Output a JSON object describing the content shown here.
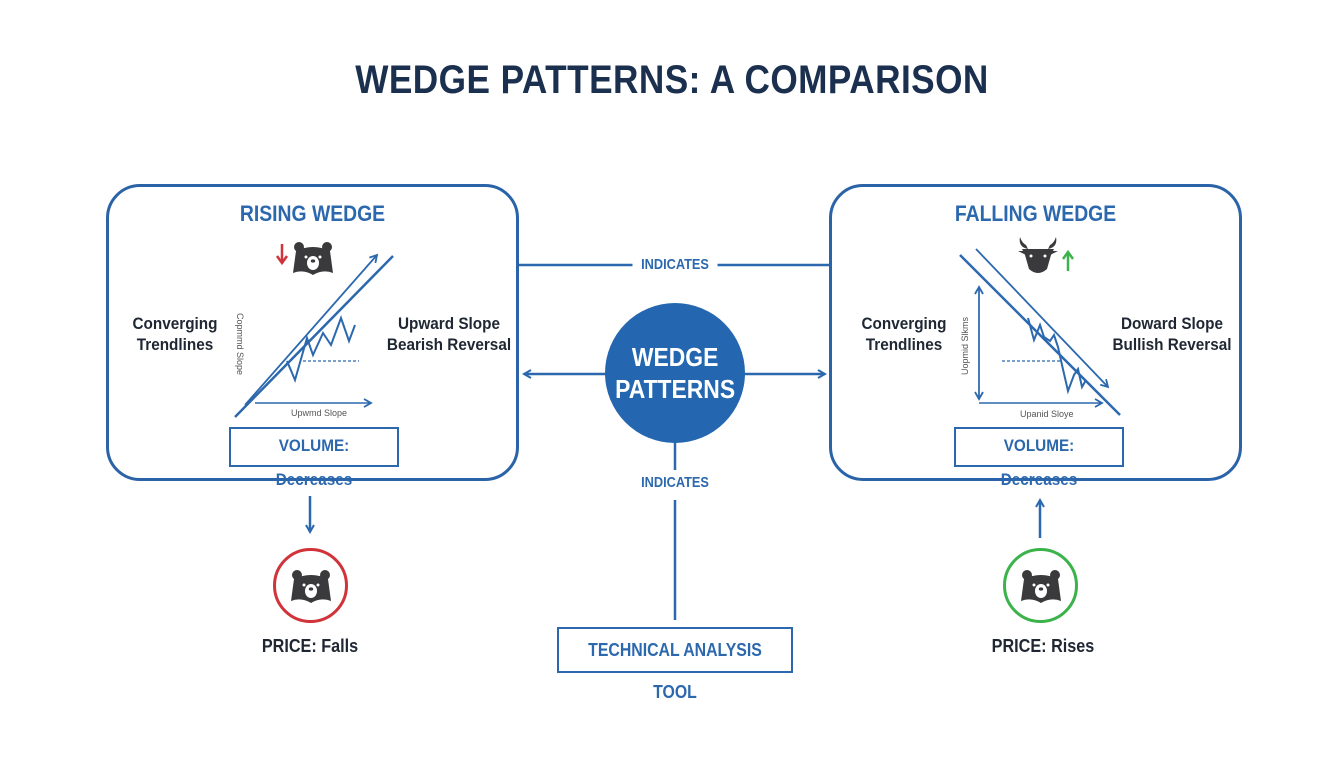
{
  "title": "WEDGE PATTERNS: A COMPARISON",
  "colors": {
    "primary_blue": "#2c68ae",
    "title_navy": "#1b2f4e",
    "bearish_red": "#d0343a",
    "bullish_green": "#3bb34a",
    "icon_dark": "#3a3a3c"
  },
  "center": {
    "hub_line1": "WEDGE",
    "hub_line2": "PATTERNS",
    "indicates_top": "INDICATES",
    "indicates_bottom": "INDICATES",
    "tool_label": "TECHNICAL ANALYSIS TOOL"
  },
  "rising": {
    "title": "RISING WEDGE",
    "left_line1": "Converging",
    "left_line2": "Trendlines",
    "right_line1": "Upward Slope",
    "right_line2": "Bearish Reversal",
    "y_axis_label": "Copmmd Slope",
    "x_axis_label": "Upwmd Slope",
    "volume": "VOLUME: Decreases",
    "direction_icon": "arrow-down-red",
    "animal_icon": "bear-icon",
    "price_label": "PRICE: Falls",
    "price_icon": "bear-icon"
  },
  "falling": {
    "title": "FALLING WEDGE",
    "left_line1": "Converging",
    "left_line2": "Trendlines",
    "right_line1": "Doward Slope",
    "right_line2": "Bullish Reversal",
    "y_axis_label": "Uopmid Slkms",
    "x_axis_label": "Upanid Sloye",
    "volume": "VOLUME: Decreases",
    "direction_icon": "arrow-up-green",
    "animal_icon": "bull-icon",
    "price_label": "PRICE: Rises",
    "price_icon": "bear-icon"
  }
}
